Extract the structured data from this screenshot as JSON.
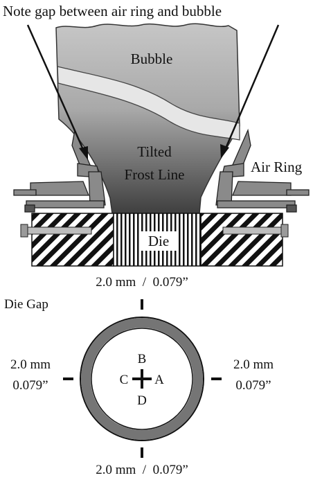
{
  "diagram": {
    "note": "Note gap between air ring and bubble",
    "labels": {
      "bubble": "Bubble",
      "frost_line_1": "Tilted",
      "frost_line_2": "Frost Line",
      "air_ring": "Air Ring",
      "die": "Die",
      "die_gap": "Die Gap"
    },
    "dimensions": {
      "top": "2.0 mm  /  0.079”",
      "bottom": "2.0 mm  /  0.079”",
      "left_mm": "2.0 mm",
      "left_in": "0.079”",
      "right_mm": "2.0 mm",
      "right_in": "0.079”"
    },
    "points": {
      "a": "A",
      "b": "B",
      "c": "C",
      "d": "D"
    },
    "colors": {
      "ring": "#757575",
      "bubble_light": "#c4c4c4",
      "bubble_dark": "#4a4a4a",
      "band": "#e4e4e4",
      "air_ring": "#8a8a8a"
    }
  }
}
